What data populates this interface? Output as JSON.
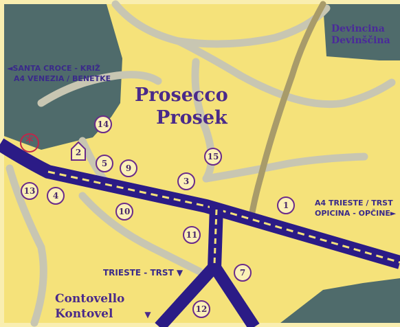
{
  "map": {
    "colors": {
      "land": "#f5e27a",
      "sea": "#4f6b6b",
      "road_minor": "#c8c6b2",
      "road_tram": "#a89b6a",
      "motorway": "#2b1b86",
      "dash": "#f5e27a",
      "marker_border": "#6a2a8a",
      "marker_star": "#c0264a"
    },
    "labels": {
      "top_right_town_line1": "Devincina",
      "top_right_town_line2": "Devinščina",
      "road_west_line1": "◄SANTA CROCE - KRIŽ",
      "road_west_line2": "A4 VENEZIA / BENETKE",
      "main_town_line1": "Prosecco",
      "main_town_line2": "Prosek",
      "road_east_line1": "A4 TRIESTE / TRST",
      "road_east_line2": "OPICINA - OPČINE►",
      "road_south": "TRIESTE - TRST ▼",
      "bottom_town_line1": "Contovello",
      "bottom_town_line2": "Kontovel",
      "bottom_town_arrow": "▼"
    },
    "markers": {
      "star": "*",
      "house": "2",
      "m1": "1",
      "m3": "3",
      "m4": "4",
      "m5": "5",
      "m7": "7",
      "m9": "9",
      "m10": "10",
      "m11": "11",
      "m12": "12",
      "m13": "13",
      "m14": "14",
      "m15": "15"
    }
  }
}
